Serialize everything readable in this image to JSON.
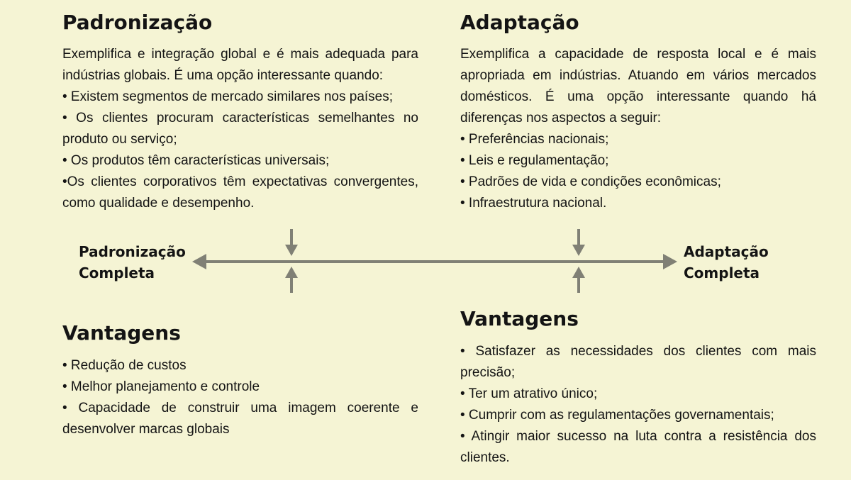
{
  "standardization": {
    "title": "Padronização",
    "intro": "Exemplifica e integração global e é mais adequada para indústrias globais. É uma opção interessante quando:",
    "items": [
      "• Existem segmentos de mercado similares nos países;",
      "• Os clientes procuram características semelhantes no produto ou serviço;",
      "• Os produtos têm características universais;",
      "•Os clientes corporativos têm expectativas convergentes, como qualidade e desempenho."
    ]
  },
  "adaptation": {
    "title": "Adaptação",
    "intro": "Exemplifica a capacidade de resposta local e é mais apropriada em indústrias. Atuando em vários mercados domésticos. É uma opção interessante quando há diferenças nos aspectos a seguir:",
    "items": [
      "• Preferências nacionais;",
      "• Leis e regulamentação;",
      "• Padrões de vida e condições econômicas;",
      "• Infraestrutura nacional."
    ]
  },
  "scale": {
    "left_label_line1": "Padronização",
    "left_label_line2": "Completa",
    "right_label_line1": "Adaptação",
    "right_label_line2": "Completa",
    "arrow_color": "#808075"
  },
  "standardization_advantages": {
    "title": "Vantagens",
    "items": [
      "• Redução de custos",
      "• Melhor planejamento e controle",
      "• Capacidade de construir uma imagem coerente e desenvolver marcas globais"
    ]
  },
  "adaptation_advantages": {
    "title": "Vantagens",
    "items": [
      "• Satisfazer as necessidades dos clientes com mais precisão;",
      "• Ter um atrativo único;",
      "• Cumprir com as regulamentações governamentais;",
      "• Atingir maior sucesso na luta contra a resistência dos clientes."
    ]
  },
  "colors": {
    "background": "#f5f4d4",
    "text": "#141414"
  }
}
